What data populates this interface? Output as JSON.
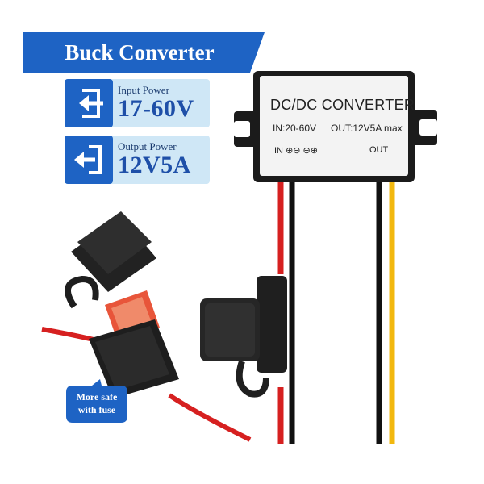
{
  "banner": {
    "title": "Buck Converter",
    "color": "#1e63c4"
  },
  "specs": {
    "input": {
      "label": "Input Power",
      "value": "17-60V",
      "icon": "login-arrow-icon"
    },
    "output": {
      "label": "Output Power",
      "value": "12V5A",
      "icon": "logout-arrow-icon"
    }
  },
  "converter": {
    "title": "DC/DC CONVERTER",
    "input_spec": "IN:20-60V",
    "output_spec": "OUT:12V5A max",
    "in_label": "IN",
    "out_label": "OUT",
    "terminals": "⊕⊖ ⊖⊕"
  },
  "badge": {
    "line1": "More safe",
    "line2": "with fuse"
  },
  "colors": {
    "accent": "#1e63c4",
    "card_bg": "#cfe7f6",
    "wire_red": "#d62020",
    "wire_black": "#111111",
    "wire_yellow": "#f2b80f",
    "fuse": "#e8553a"
  }
}
